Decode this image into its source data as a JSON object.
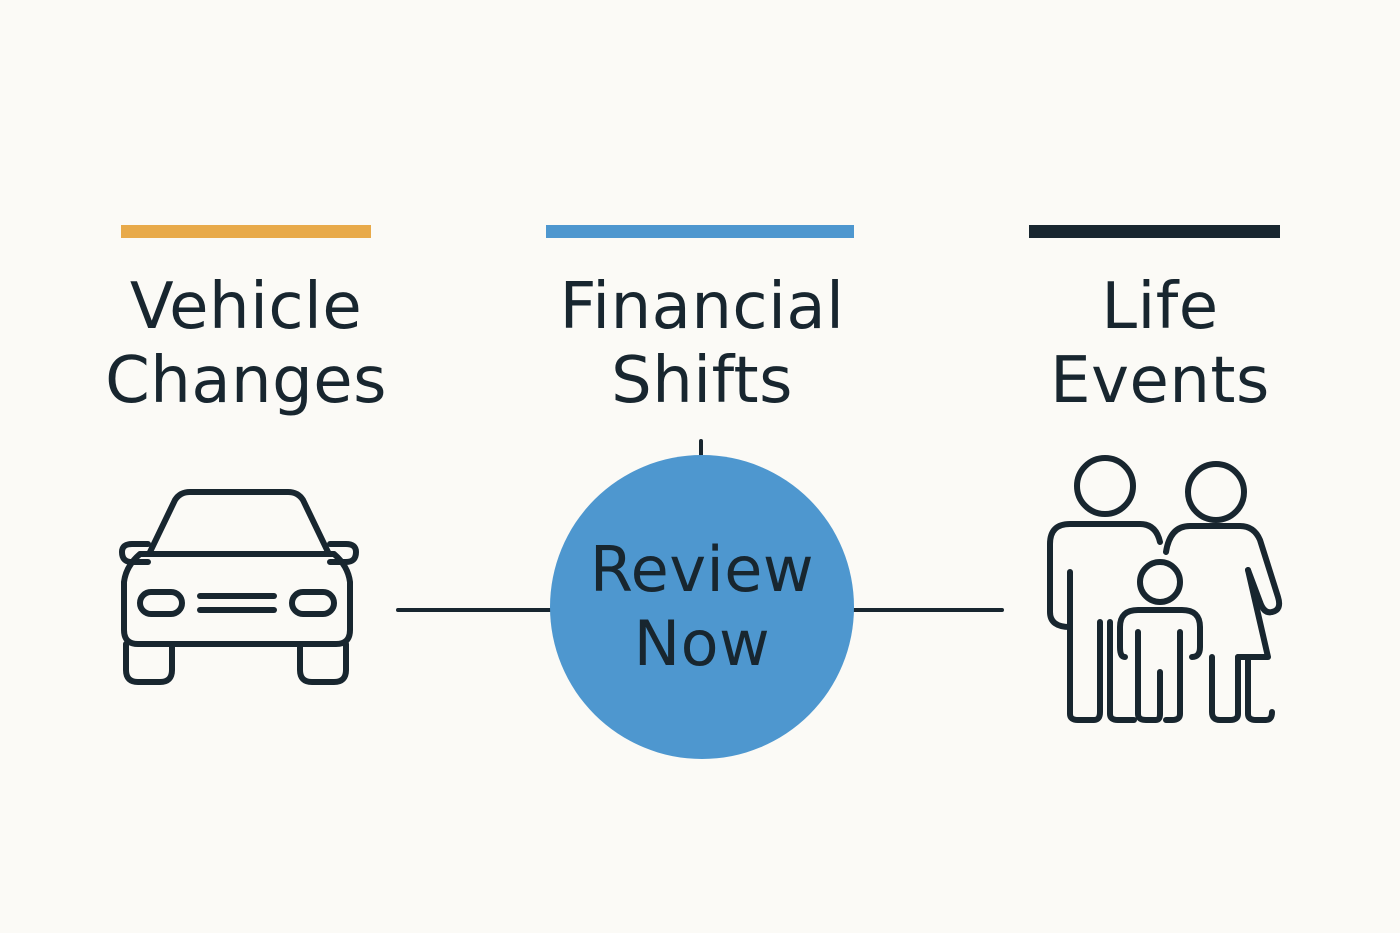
{
  "colors": {
    "background": "#fbfaf6",
    "text": "#18262f",
    "vehicle_accent": "#e8aa4a",
    "financial_accent": "#4e97cf",
    "life_accent": "#18262f",
    "review_circle": "#4e97cf",
    "line": "#18262f"
  },
  "categories": {
    "vehicle": {
      "line1": "Vehicle",
      "line2": "Changes",
      "icon": "car-icon"
    },
    "financial": {
      "line1": "Financial",
      "line2": "Shifts"
    },
    "life": {
      "line1": "Life",
      "line2": "Events",
      "icon": "family-icon"
    }
  },
  "review": {
    "line1": "Review",
    "line2": "Now"
  }
}
